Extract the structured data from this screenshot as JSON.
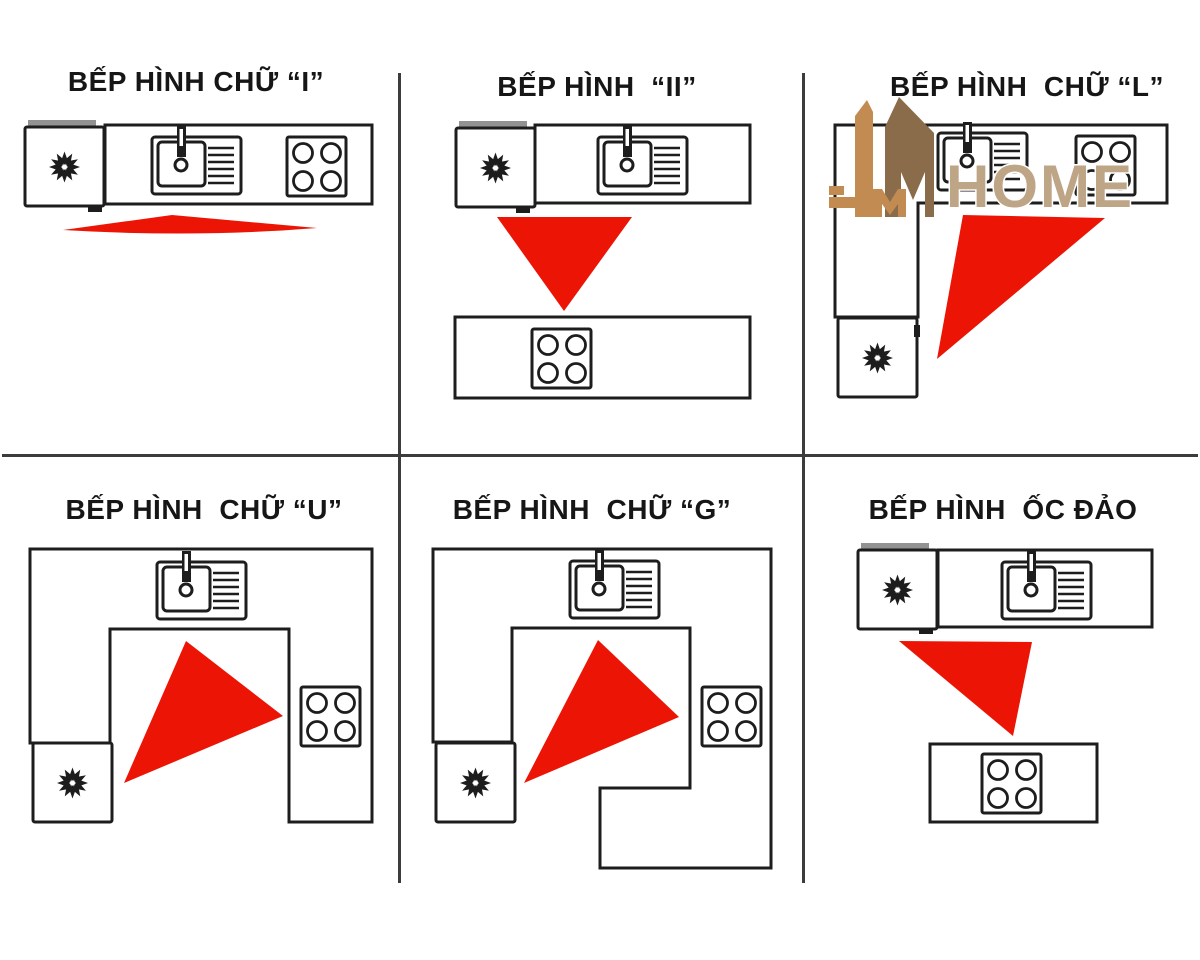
{
  "panels": [
    {
      "title": "BẾP HÌNH CHỮ “I”"
    },
    {
      "title": "BẾP HÌNH  “II”"
    },
    {
      "title": "BẾP HÌNH  CHỮ “L”"
    },
    {
      "title": "BẾP HÌNH  CHỮ “U”"
    },
    {
      "title": "BẾP HÌNH  CHỮ “G”"
    },
    {
      "title": "BẾP HÌNH  ỐC ĐẢO"
    }
  ],
  "watermark": {
    "brand_mark": "JM",
    "brand_text": "HOME",
    "color_tan": "#c18b51",
    "color_brown": "#8a6c4a",
    "color_home_text": "#bda586"
  },
  "icons": {
    "fridge": "snowflake-icon",
    "sink": "sink-basin-faucet-icon",
    "stove": "four-burner-stove-icon",
    "work_triangle": "red-work-triangle"
  },
  "colors": {
    "background": "#ffffff",
    "outline": "#1d1d1d",
    "divider": "#3c3c3c",
    "work_triangle_red": "#ec1505"
  }
}
